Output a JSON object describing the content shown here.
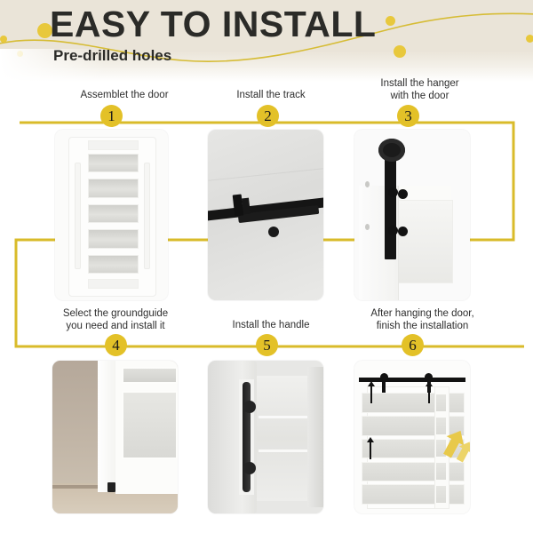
{
  "header": {
    "title": "EASY TO INSTALL",
    "subtitle": "Pre-drilled holes",
    "accent_color": "#e3c128",
    "background_color": "#eae4d8",
    "text_color": "#2b2b28"
  },
  "flow": {
    "line_color": "#d9bb2a",
    "line_width": 3
  },
  "steps": [
    {
      "number": "1",
      "label": "Assemblet the door",
      "image_name": "door-panel-photo",
      "description": "White barn door panel with five frosted glass panels"
    },
    {
      "number": "2",
      "label": "Install the track",
      "image_name": "black-track-photo",
      "description": "Black sliding rail track mounted on wall"
    },
    {
      "number": "3",
      "label": "Install the hanger\nwith the door",
      "image_name": "hanger-bracket-photo",
      "description": "Black roller hanger bracket bolted to white door top"
    },
    {
      "number": "4",
      "label": "Select the groundguide\nyou need and install it",
      "image_name": "floor-guide-photo",
      "description": "Door bottom with black floor guide on wood floor"
    },
    {
      "number": "5",
      "label": "Install the handle",
      "image_name": "handle-photo",
      "description": "Black pull handle installed on door edge"
    },
    {
      "number": "6",
      "label": "After hanging the door,\nfinish the installation",
      "image_name": "finished-install-photo",
      "description": "Completed barn door hanging on track with yellow arrows"
    }
  ]
}
